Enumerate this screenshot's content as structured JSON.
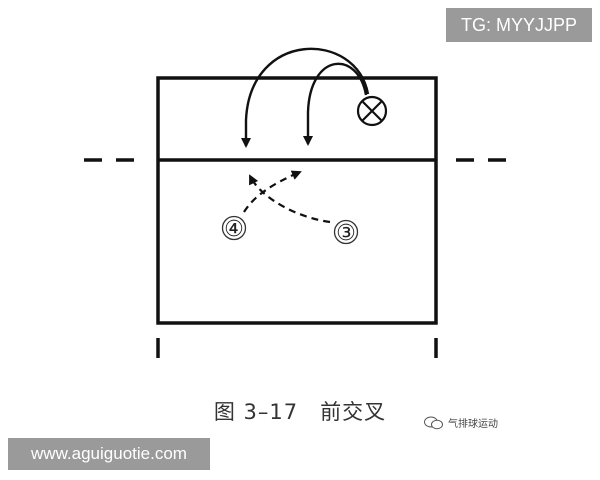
{
  "watermark_top": "TG: MYYJJPP",
  "diagram": {
    "label_a": "④",
    "label_b": "③"
  },
  "caption": "图 3–17　前交叉",
  "watermark_small": "气排球运动",
  "watermark_bottom": "www.aguiguotie.com"
}
